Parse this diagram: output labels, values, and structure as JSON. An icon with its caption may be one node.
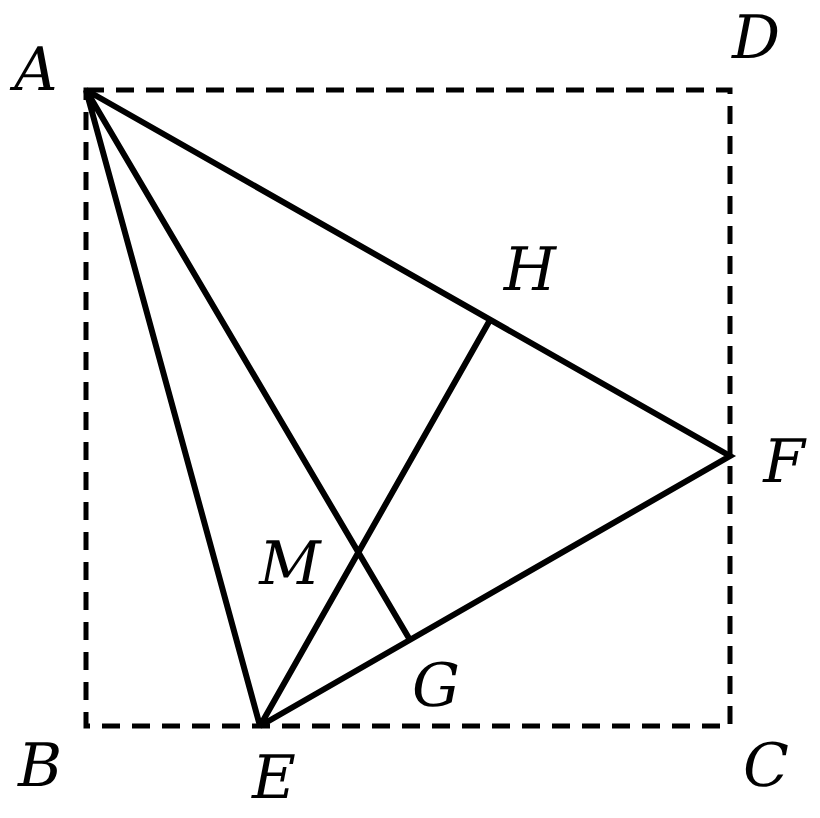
{
  "diagram": {
    "labels": [
      "A",
      "D",
      "H",
      "F",
      "M",
      "G",
      "B",
      "E",
      "C"
    ]
  }
}
